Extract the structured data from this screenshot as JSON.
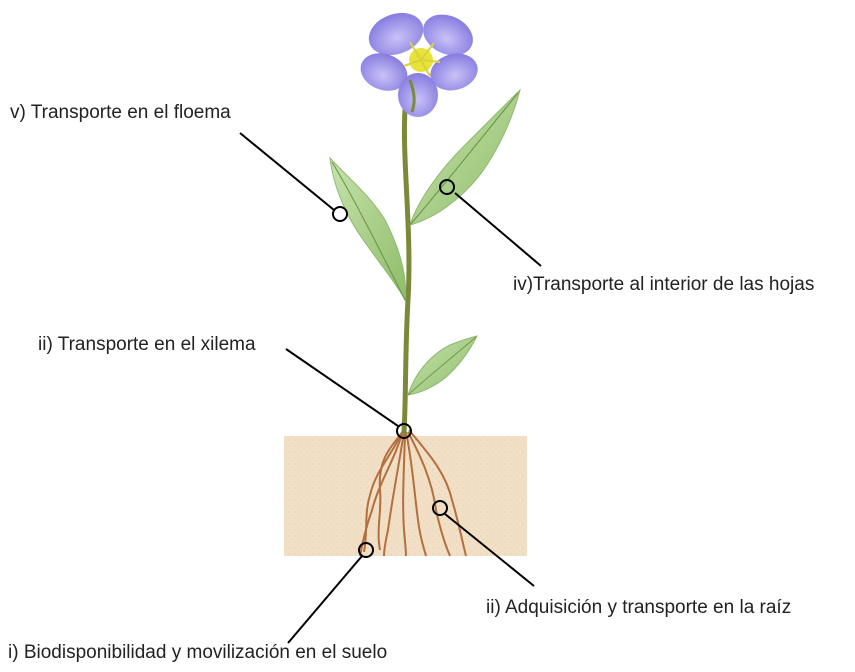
{
  "labels": {
    "floema": "v) Transporte en el floema",
    "hojas": "iv)Transporte al interior de las hojas",
    "xilema": "ii) Transporte en el xilema",
    "raiz": "ii) Adquisición y transporte en la raíz",
    "suelo": "i) Biodisponibilidad y movilización en el suelo"
  },
  "colors": {
    "soil": "#f1dfc6",
    "leaf": "#a9d08a",
    "leaf_vein": "#6f9a4c",
    "stem": "#7a8a3a",
    "petal": "#8a7fe0",
    "flower_center": "#e8e23a",
    "root": "#b2703f",
    "leader_line": "#000000"
  }
}
